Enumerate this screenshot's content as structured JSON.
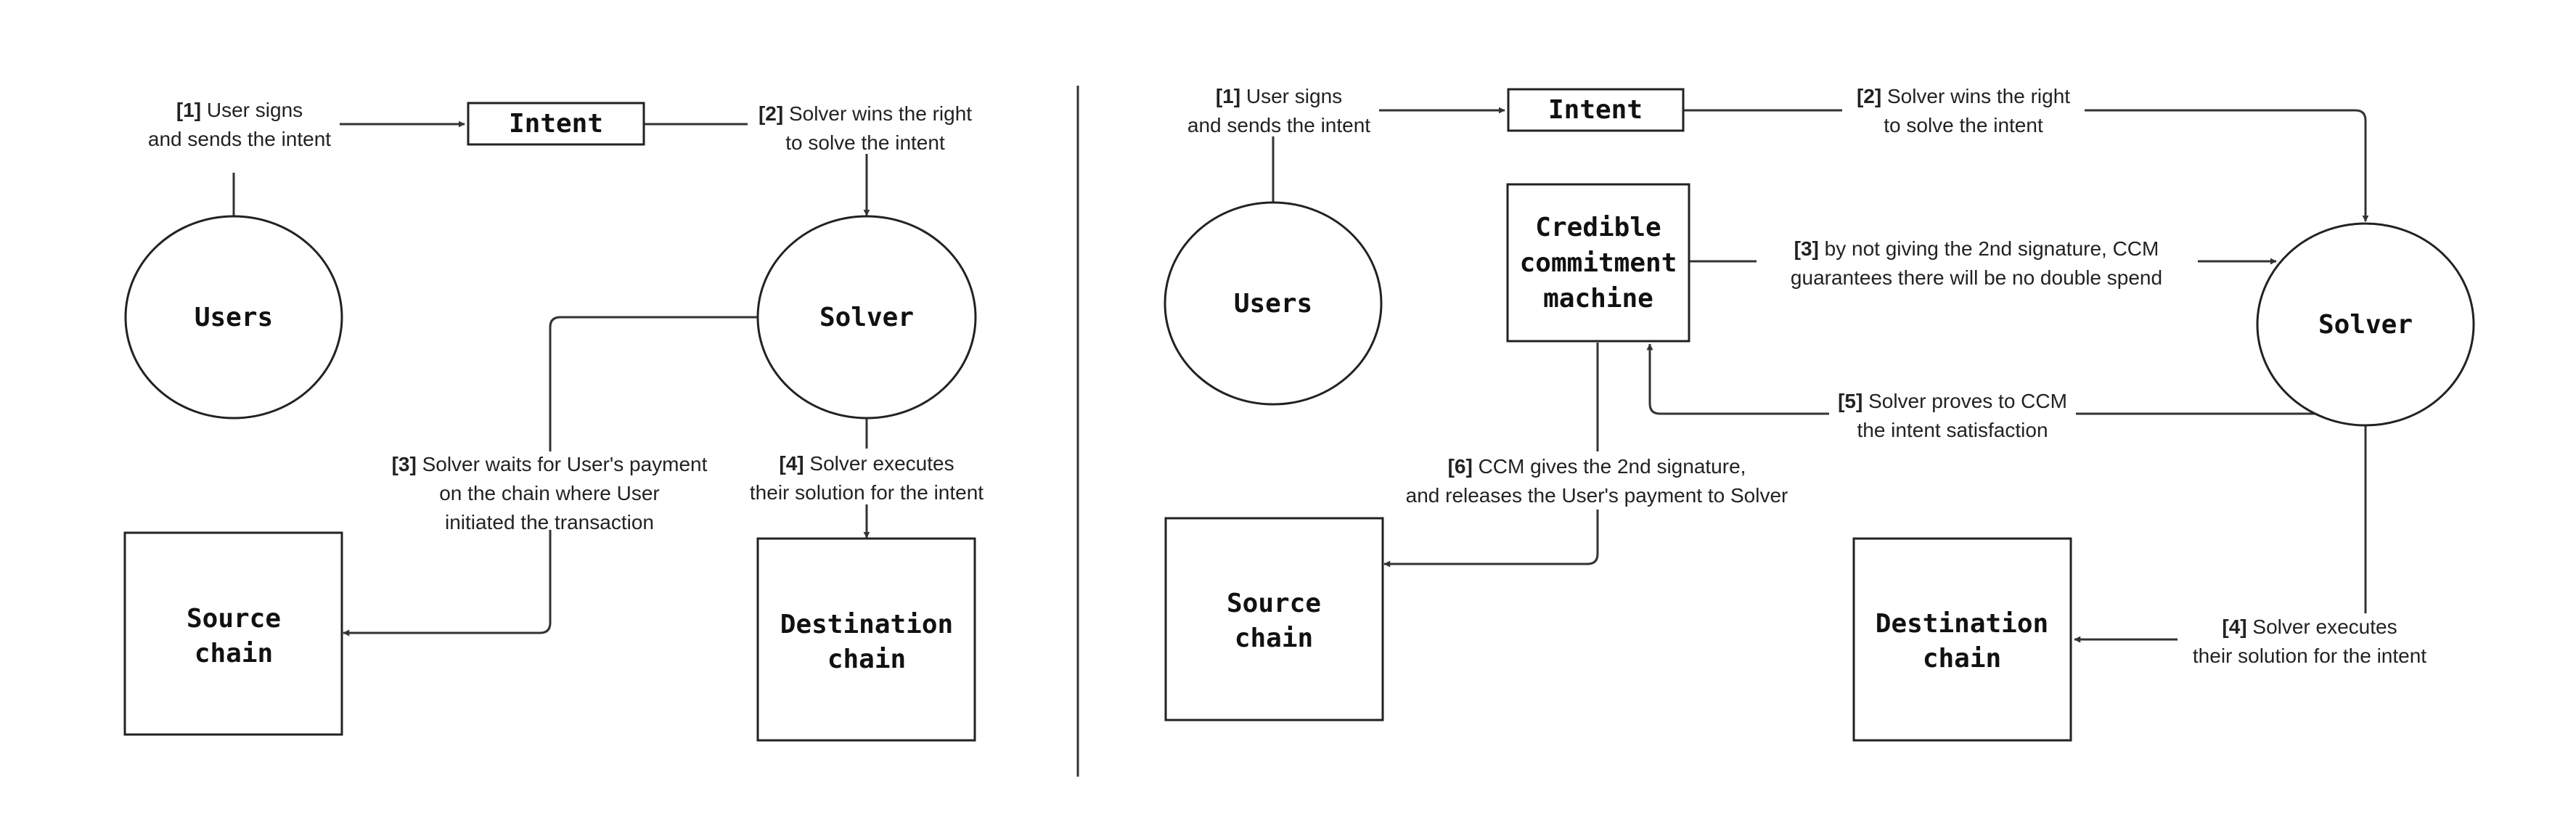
{
  "left_diagram": {
    "intent": "Intent",
    "users": "Users",
    "solver": "Solver",
    "source_chain": [
      "Source",
      "chain"
    ],
    "destination_chain": [
      "Destination",
      "chain"
    ],
    "edges": {
      "step1": {
        "step": "[1]",
        "lines": [
          " User signs",
          "and sends the intent"
        ]
      },
      "step2": {
        "step": "[2]",
        "lines": [
          " Solver wins the right",
          "to solve the intent"
        ]
      },
      "step3": {
        "step": "[3]",
        "lines": [
          " Solver waits for User's payment",
          "on the chain where User",
          "initiated the transaction"
        ]
      },
      "step4": {
        "step": "[4]",
        "lines": [
          " Solver executes",
          "their solution for the intent"
        ]
      }
    }
  },
  "right_diagram": {
    "intent": "Intent",
    "users": "Users",
    "solver": "Solver",
    "ccm": [
      "Credible",
      "commitment",
      "machine"
    ],
    "source_chain": [
      "Source",
      "chain"
    ],
    "destination_chain": [
      "Destination",
      "chain"
    ],
    "edges": {
      "step1": {
        "step": "[1]",
        "lines": [
          " User signs",
          "and sends the intent"
        ]
      },
      "step2": {
        "step": "[2]",
        "lines": [
          " Solver wins the right",
          "to solve the intent"
        ]
      },
      "step3": {
        "step": "[3]",
        "lines": [
          " by not giving the 2nd signature, CCM",
          "guarantees there will be no double spend"
        ]
      },
      "step4": {
        "step": "[4]",
        "lines": [
          " Solver executes",
          "their solution for the intent"
        ]
      },
      "step5": {
        "step": "[5]",
        "lines": [
          " Solver proves to CCM",
          "the intent satisfaction"
        ]
      },
      "step6": {
        "step": "[6]",
        "lines": [
          " CCM gives the 2nd signature,",
          "and releases the User's payment to Solver"
        ]
      }
    }
  }
}
